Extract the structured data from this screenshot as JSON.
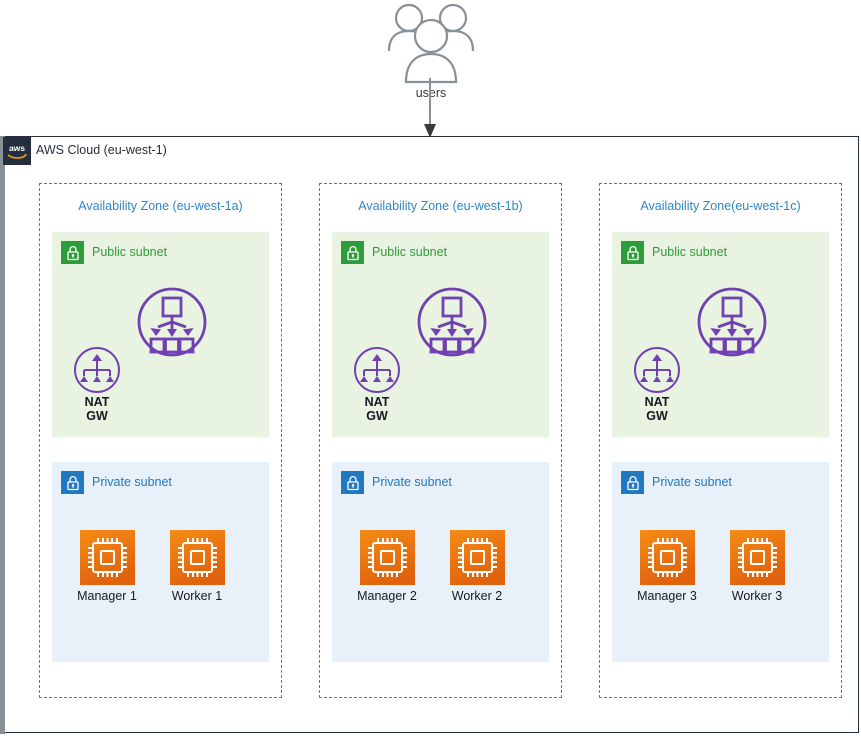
{
  "diagram": {
    "users": {
      "label": "users",
      "icon": "users-icon"
    },
    "cloud": {
      "label": "AWS Cloud (eu-west-1)",
      "badge_text": "aws",
      "badge_color": "#232f3e"
    },
    "colors": {
      "zone_border": "#2e86c8",
      "zone_label": "#2e86c8",
      "public_subnet_bg": "#e9f3e1",
      "public_subnet_accent": "#2e9c3b",
      "private_subnet_bg": "#e8f1f9",
      "private_subnet_accent": "#2079c0",
      "networking_purple": "#7141b1",
      "compute_orange": "#ed7100",
      "cloud_border": "#232f3e",
      "users_gray": "#879196"
    },
    "zones": [
      {
        "title": "Availability Zone (eu-west-1a)",
        "public_subnet": {
          "label": "Public subnet",
          "icon": "lock-icon",
          "load_balancer": {
            "icon": "elastic-load-balancer-icon"
          },
          "nat_gateway": {
            "icon": "nat-gateway-icon",
            "label_line1": "NAT",
            "label_line2": "GW"
          }
        },
        "private_subnet": {
          "label": "Private subnet",
          "icon": "lock-icon",
          "instances": [
            {
              "label": "Manager 1",
              "icon": "ec2-instance-icon"
            },
            {
              "label": "Worker 1",
              "icon": "ec2-instance-icon"
            }
          ]
        }
      },
      {
        "title": "Availability Zone (eu-west-1b)",
        "public_subnet": {
          "label": "Public subnet",
          "icon": "lock-icon",
          "load_balancer": {
            "icon": "elastic-load-balancer-icon"
          },
          "nat_gateway": {
            "icon": "nat-gateway-icon",
            "label_line1": "NAT",
            "label_line2": "GW"
          }
        },
        "private_subnet": {
          "label": "Private subnet",
          "icon": "lock-icon",
          "instances": [
            {
              "label": "Manager 2",
              "icon": "ec2-instance-icon"
            },
            {
              "label": "Worker 2",
              "icon": "ec2-instance-icon"
            }
          ]
        }
      },
      {
        "title": "Availability Zone(eu-west-1c)",
        "public_subnet": {
          "label": "Public subnet",
          "icon": "lock-icon",
          "load_balancer": {
            "icon": "elastic-load-balancer-icon"
          },
          "nat_gateway": {
            "icon": "nat-gateway-icon",
            "label_line1": "NAT",
            "label_line2": "GW"
          }
        },
        "private_subnet": {
          "label": "Private subnet",
          "icon": "lock-icon",
          "instances": [
            {
              "label": "Manager 3",
              "icon": "ec2-instance-icon"
            },
            {
              "label": "Worker 3",
              "icon": "ec2-instance-icon"
            }
          ]
        }
      }
    ]
  }
}
